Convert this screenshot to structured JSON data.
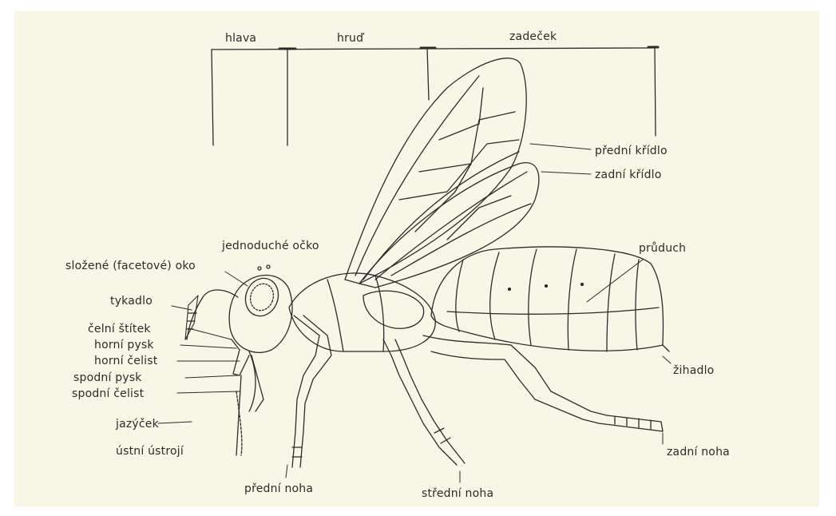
{
  "segments": {
    "head": "hlava",
    "thorax": "hruď",
    "abdomen": "zadeček"
  },
  "labels": {
    "fore_wing": "přední křídlo",
    "hind_wing": "zadní křídlo",
    "ocellus": "jednoduché očko",
    "compound_eye": "složené (facetové) oko",
    "antenna": "tykadlo",
    "clypeus": "čelní štítek",
    "labrum": "horní pysk",
    "mandible": "horní čelist",
    "labium": "spodní pysk",
    "maxilla": "spodní čelist",
    "tongue": "jazýček",
    "mouthparts": "ústní ústrojí",
    "spiracle": "průduch",
    "sting": "žihadlo",
    "fore_leg": "přední noha",
    "middle_leg": "střední noha",
    "hind_leg": "zadní noha"
  },
  "colors": {
    "paper": "#f8f6e6",
    "ink": "#2b2b2b"
  }
}
